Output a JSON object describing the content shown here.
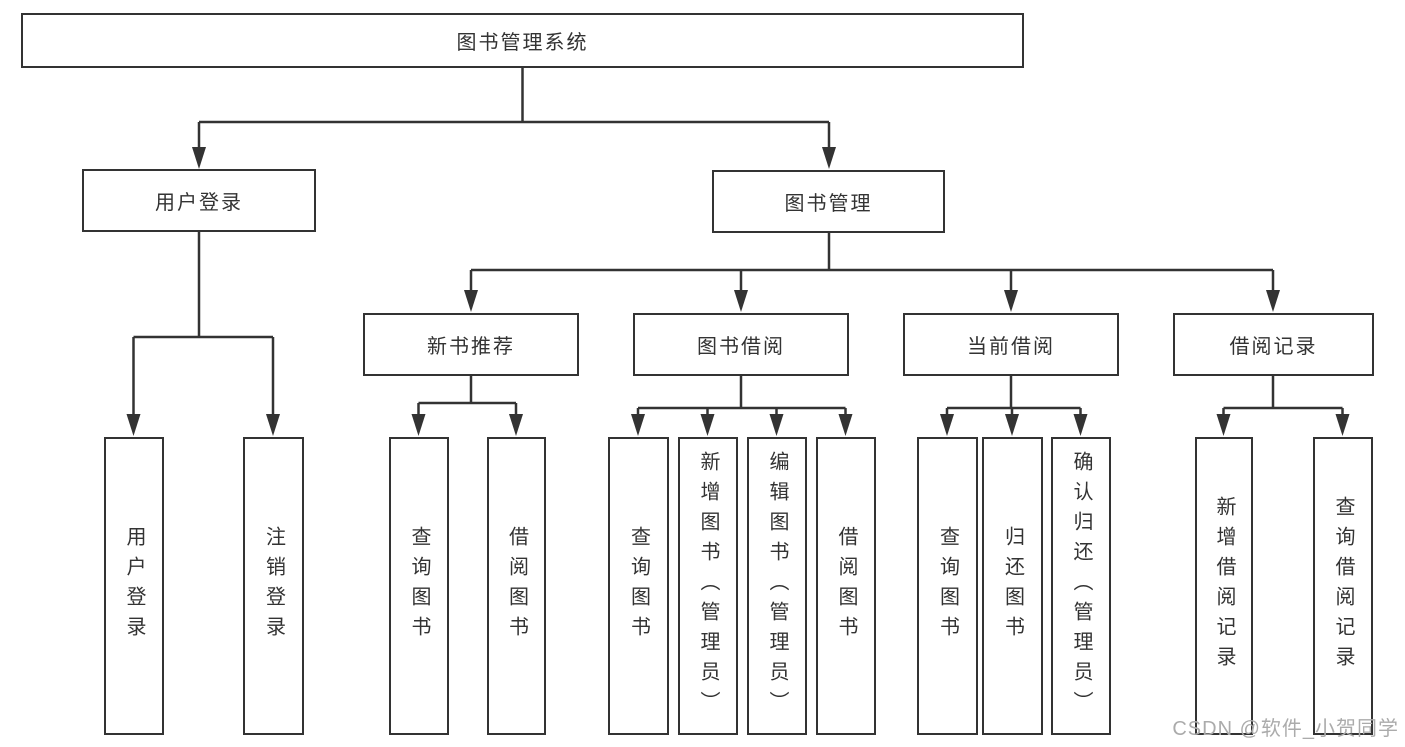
{
  "diagram_title": "图书管理系统",
  "tree": {
    "label": "图书管理系统",
    "children": [
      {
        "label": "用户登录",
        "children": [
          {
            "label": "用户登录"
          },
          {
            "label": "注销登录"
          }
        ]
      },
      {
        "label": "图书管理",
        "children": [
          {
            "label": "新书推荐",
            "children": [
              {
                "label": "查询图书"
              },
              {
                "label": "借阅图书"
              }
            ]
          },
          {
            "label": "图书借阅",
            "children": [
              {
                "label": "查询图书"
              },
              {
                "label": "新增图书（管理员）"
              },
              {
                "label": "编辑图书（管理员）"
              },
              {
                "label": "借阅图书"
              }
            ]
          },
          {
            "label": "当前借阅",
            "children": [
              {
                "label": "查询图书"
              },
              {
                "label": "归还图书"
              },
              {
                "label": "确认归还（管理员）"
              }
            ]
          },
          {
            "label": "借阅记录",
            "children": [
              {
                "label": "新增借阅记录"
              },
              {
                "label": "查询借阅记录"
              }
            ]
          }
        ]
      }
    ]
  },
  "watermark": "CSDN @软件_小贺同学",
  "colors": {
    "line": "#333333",
    "text": "#333333",
    "box_background": "#ffffff",
    "page_background": "#ffffff",
    "watermark": "#ababab"
  }
}
